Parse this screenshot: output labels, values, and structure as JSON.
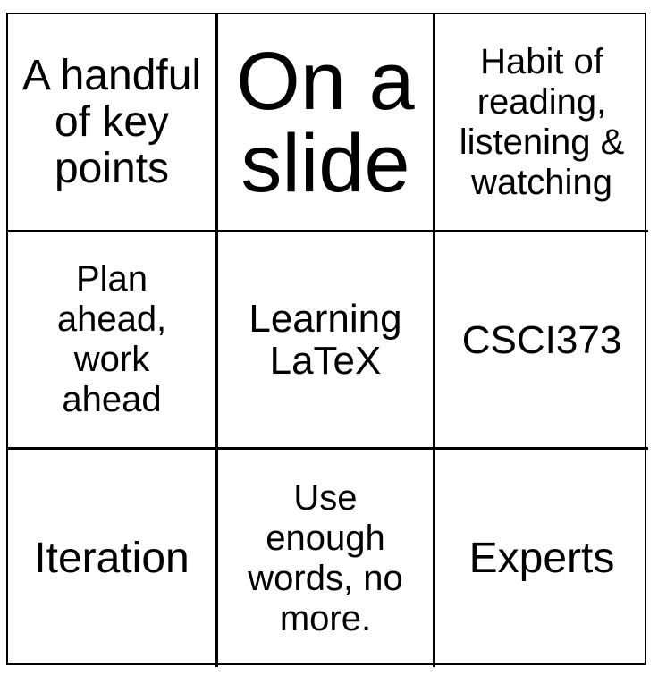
{
  "cells": [
    {
      "text": "A handful\nof key\npoints"
    },
    {
      "text": "On a\nslide"
    },
    {
      "text": "Habit of\nreading,\nlistening &\nwatching"
    },
    {
      "text": "Plan\nahead,\nwork\nahead"
    },
    {
      "text": "Learning\nLaTeX"
    },
    {
      "text": "CSCI373"
    },
    {
      "text": "Iteration"
    },
    {
      "text": "Use\nenough\nwords, no\nmore."
    },
    {
      "text": "Experts"
    }
  ]
}
